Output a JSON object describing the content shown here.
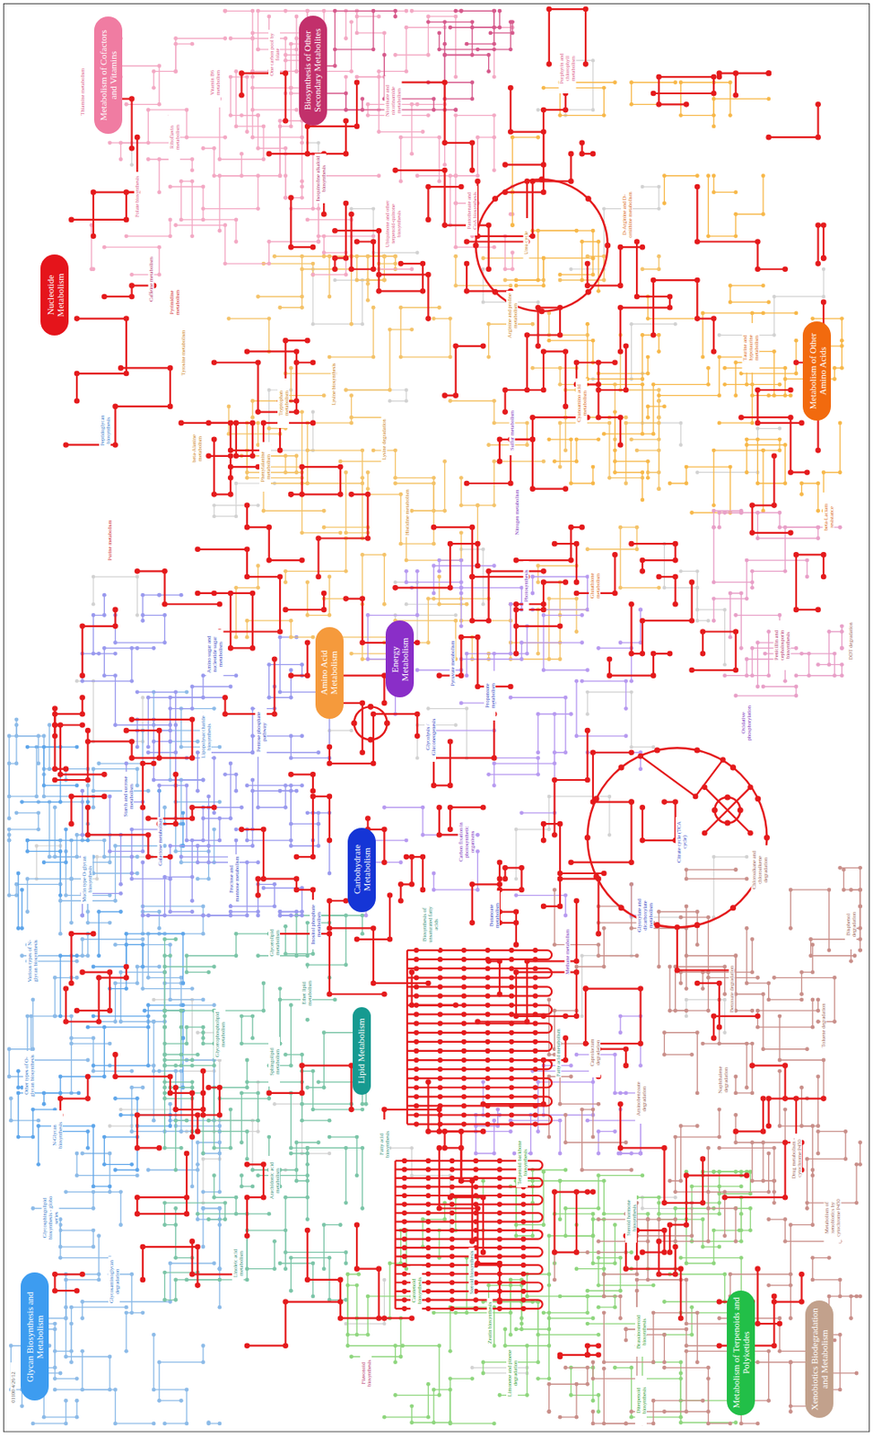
{
  "diagram": {
    "nodes": [
      {
        "text": [
          "Metabolism of Cofactors and Vitamins"
        ]
      },
      {
        "text": [
          "Biosynthesis of Other Secondary Metabolites"
        ]
      },
      {
        "text": [
          "Nucleotide Metabolism"
        ]
      },
      {
        "text": [
          "Metabolism of Other Amino Acids"
        ]
      },
      {
        "text": [
          "Amino Acid Metabolism"
        ]
      },
      {
        "text": [
          "Energy Metabolism"
        ]
      },
      {
        "text": [
          "Carbohydrate Metabolism"
        ]
      },
      {
        "text": [
          "Lipid Metabolism"
        ]
      },
      {
        "text": [
          "Glycan Biosynthesis and Metabolism"
        ]
      },
      {
        "text": [
          "Metabolism of Terpenoids and Polyketides"
        ]
      },
      {
        "text": [
          "Xenobiotics Biodegradation and Metabolism"
        ]
      }
    ],
    "labels": [
      "Thiamine metabolism",
      "Riboflavin metabolism",
      "Vitamin B6 metabolism",
      "Folate biosynthesis",
      "One carbon pool by folate",
      "Nicotinate and nicotinamide metabolism",
      "Pantothenate and CoA biosynthesis",
      "Ubiquinone and other terpenoid-quinone biosynthesis",
      "Porphyrin and chlorophyll metabolism",
      "Isoquinoline alkaloid biosynthesis",
      "Caffeine metabolism",
      "Purine metabolism",
      "Pyrimidine metabolism",
      "Tyrosine metabolism",
      "Phenylalanine metabolism",
      "Tryptophan metabolism",
      "beta-Alanine metabolism",
      "Histidine metabolism",
      "Lysine biosynthesis",
      "Lysine degradation",
      "Arginine and proline metabolism",
      "Urea cycle",
      "D-Arginine and D-ornithine metabolism",
      "Glutathione metabolism",
      "Cyanoamino acid metabolism",
      "Taurine and hypotaurine metabolism",
      "Penicillin and cephalosporin biosynthesis",
      "beta-Lactam resistance",
      "Oxidative phosphorylation",
      "Photosynthesis",
      "Nitrogen metabolism",
      "Sulfur metabolism",
      "Methane metabolism",
      "Carbon fixation in photosynthetic organisms",
      "Citrate cycle (TCA cycle)",
      "Glyoxylate and dicarboxylate metabolism",
      "Pyruvate metabolism",
      "Glycolysis / Gluconeogenesis",
      "Pentose phosphate pathway",
      "Starch and sucrose metabolism",
      "Galactose metabolism",
      "Fructose and mannose metabolism",
      "Inositol phosphate metabolism",
      "Amino sugar and nucleotide sugar metabolism",
      "Butanoate metabolism",
      "Propanoate metabolism",
      "Lipopolysaccharide biosynthesis",
      "Peptidoglycan biosynthesis",
      "Mucin type O-glycan biosynthesis",
      "Various types of N-glycan biosynthesis",
      "N-Glycan biosynthesis",
      "Other types of O-glycan biosynthesis",
      "Glycosphingolipid biosynthesis - globo series",
      "Glycosaminoglycan degradation",
      "Glycerophospholipid metabolism",
      "Glycerolipid metabolism",
      "Sphingolipid metabolism",
      "Arachidonic acid metabolism",
      "Linoleic acid metabolism",
      "Ether lipid metabolism",
      "Fatty acid biosynthesis",
      "Fatty acid metabolism",
      "Biosynthesis of unsaturated fatty acids",
      "Steroid biosynthesis",
      "Terpenoid backbone biosynthesis",
      "Carotenoid biosynthesis",
      "Zeatin biosynthesis",
      "Flavonoid biosynthesis",
      "Limonene and pinene degradation",
      "Diterpenoid biosynthesis",
      "Brassinosteroid biosynthesis",
      "Steroid hormone biosynthesis",
      "Benzoate degradation",
      "Toluene degradation",
      "Naphthalene degradation",
      "Aminobenzoate degradation",
      "Chloroalkane and chloroalkene degradation",
      "Bisphenol degradation",
      "DDT degradation",
      "Drug metabolism - cytochrome P450",
      "Metabolism of xenobiotics by cytochrome P450",
      "Caprolactam degradation",
      "01100 4/26/12"
    ]
  }
}
